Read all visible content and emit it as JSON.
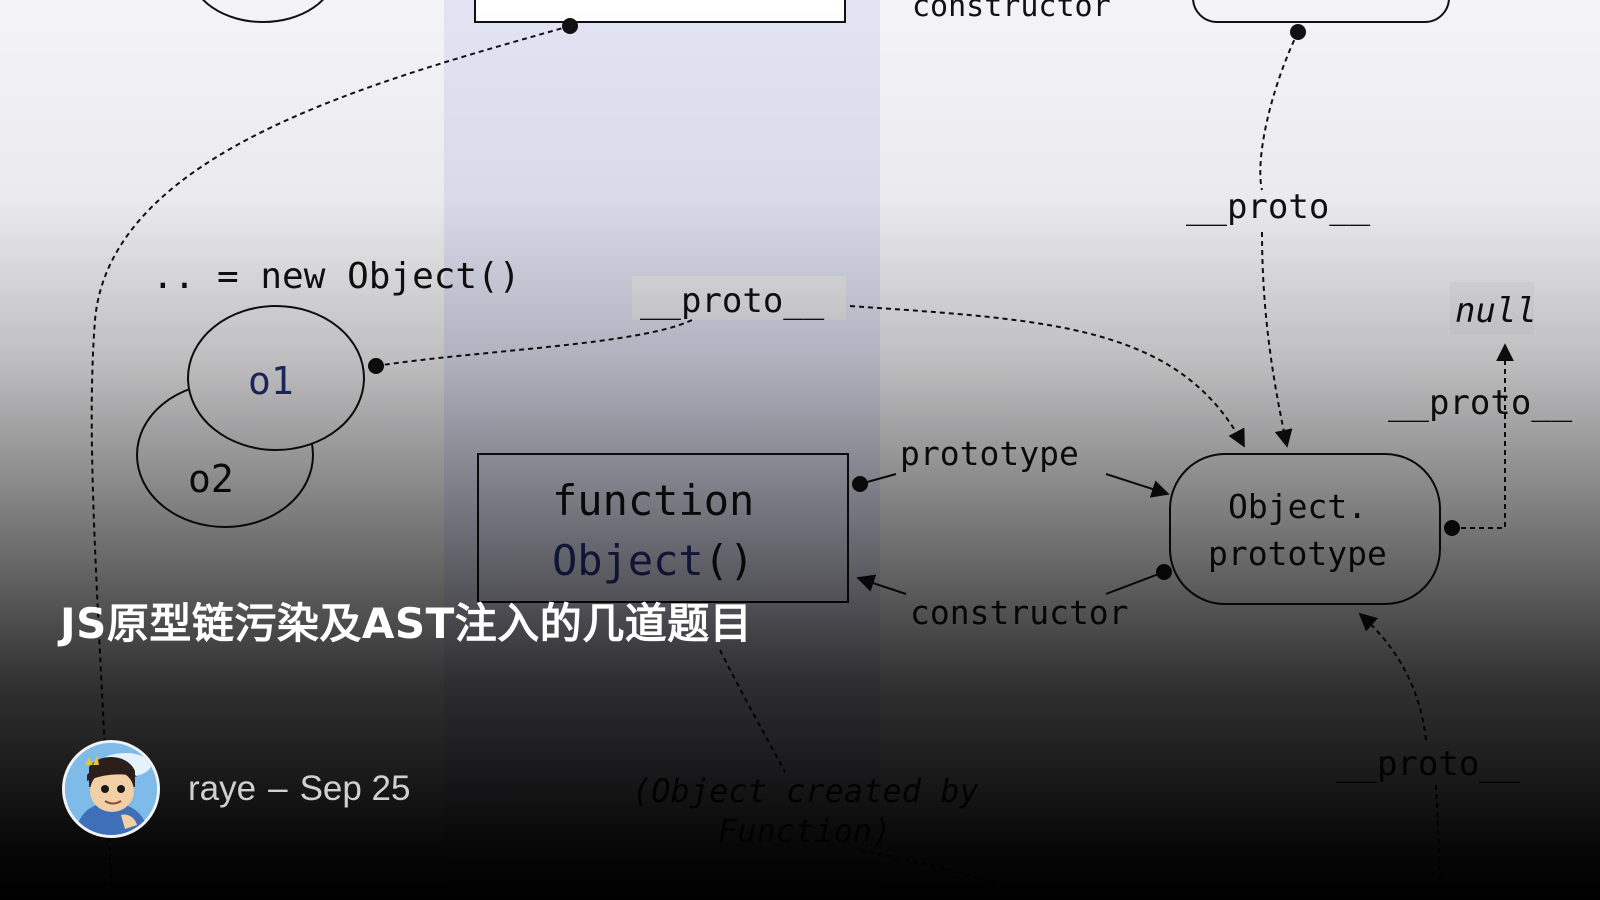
{
  "post": {
    "title": "JS原型链污染及AST注入的几道题目",
    "author": "raye",
    "separator": "–",
    "date": "Sep 25"
  },
  "diagram": {
    "top_constructor": "constructor",
    "proto_label": "__proto__",
    "new_object": ".. = new Object()",
    "o1": "o1",
    "o2": "o2",
    "null_label": "null",
    "function_kw": "function",
    "object_fn_name": "Object",
    "object_fn_parens": "()",
    "prototype_label": "prototype",
    "constructor_label": "constructor",
    "object_prototype_line1": "Object.",
    "object_prototype_line2": "prototype",
    "created_by_line1": "(Object created by",
    "created_by_line2": "Function)"
  },
  "colors": {
    "title_text": "#ffffff",
    "byline_text": "#d0d0d0",
    "diagram_background": "#f4f4f6",
    "highlight_column": "#e2e3f3",
    "label_background": "#ededf0",
    "identifier_blue": "#26307a"
  }
}
